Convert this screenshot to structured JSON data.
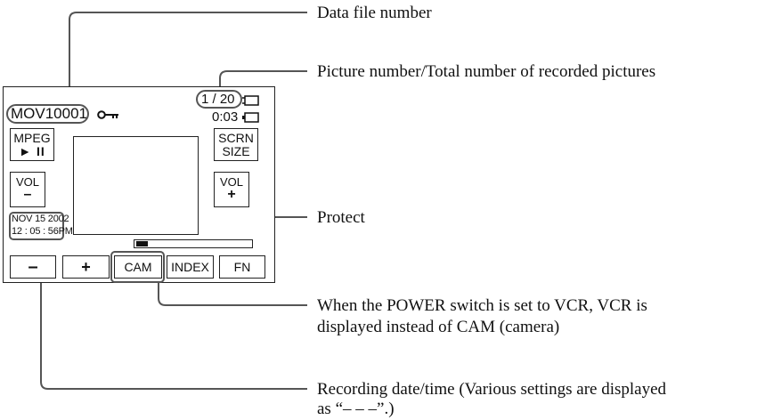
{
  "screen": {
    "file_number": "MOV10001",
    "picture_count": "1 / 20",
    "time_elapsed": "0:03",
    "mpeg_label": "MPEG",
    "mpeg_controls": "► II",
    "scrn_label_1": "SCRN",
    "scrn_label_2": "SIZE",
    "vol_left_label": "VOL",
    "vol_left_symbol": "–",
    "vol_right_label": "VOL",
    "vol_right_symbol": "+",
    "date_line": "NOV 15 2002",
    "time_line": "12 : 05 : 56PM",
    "progress_fraction": 0.1,
    "bottom_buttons": [
      "–",
      "+",
      "CAM",
      "INDEX",
      "FN"
    ]
  },
  "callouts": {
    "data_file_number": "Data file number",
    "picture_number": "Picture number/Total number of recorded pictures",
    "protect": "Protect",
    "power_switch_line1": "When the POWER switch is set to VCR, VCR is",
    "power_switch_line2": "displayed instead of CAM (camera)",
    "recording_date_line1": "Recording date/time (Various settings are displayed",
    "recording_date_line2": "as “– – –”.)"
  },
  "icons": [
    "key-icon",
    "battery-icon",
    "memory-card-icon"
  ],
  "colors": {
    "line": "#555555",
    "text": "#111111"
  }
}
